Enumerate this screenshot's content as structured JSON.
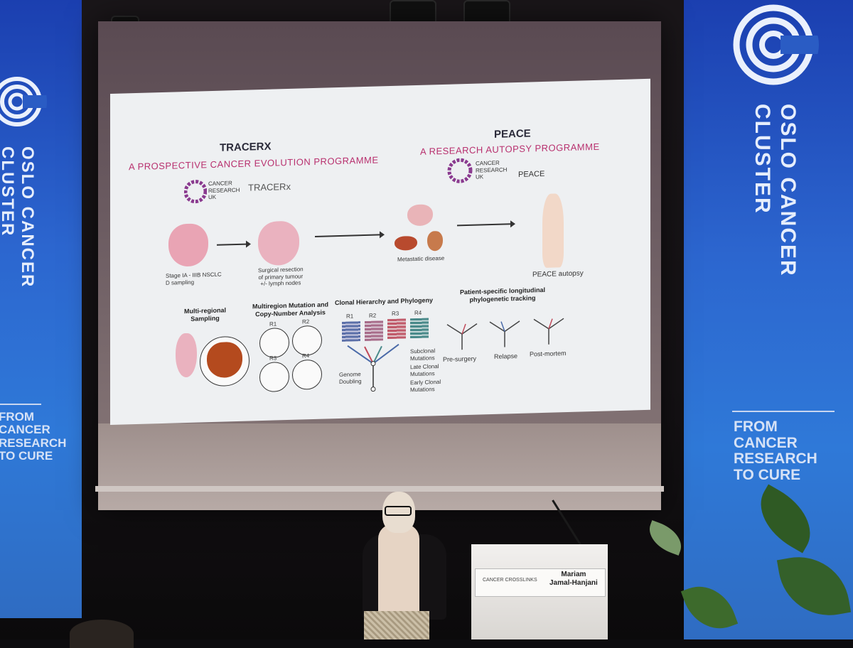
{
  "banners": {
    "left": {
      "vertical_text": "OSLO CANCER\nCLUSTER",
      "slogan": "FROM\nCANCER\nRESEARCH\nTO CURE"
    },
    "right": {
      "vertical_text": "OSLO CANCER\nCLUSTER",
      "slogan": "FROM\nCANCER\nRESEARCH\nTO CURE"
    }
  },
  "slide": {
    "left": {
      "title": "TRACERX",
      "subtitle": "A PROSPECTIVE CANCER EVOLUTION PROGRAMME",
      "logo_text": "CANCER\nRESEARCH\nUK",
      "logo2_text": "TRACERx"
    },
    "right": {
      "title": "PEACE",
      "subtitle": "A RESEARCH AUTOPSY PROGRAMME",
      "logo_text": "CANCER\nRESEARCH\nUK",
      "logo2_text": "PEACE"
    },
    "flow_captions": {
      "stage": "Stage IA - IIIB NSCLC\nD sampling",
      "surgery": "Surgical resection\nof primary tumour\n+/- lymph nodes",
      "metastatic": "Metastatic disease",
      "autopsy": "PEACE autopsy"
    },
    "panels": {
      "sampling": "Multi-regional\nSampling",
      "mutation": "Multiregion Mutation and\nCopy-Number Analysis",
      "clonal": "Clonal Hierarchy and Phylogeny",
      "tracking": "Patient-specific longitudinal\nphylogenetic tracking"
    },
    "regions": [
      "R1",
      "R2",
      "R3",
      "R4"
    ],
    "mutation_labels": {
      "subclonal": "Subclonal\nMutations",
      "late": "Late Clonal\nMutations",
      "early": "Early Clonal\nMutations",
      "doubling": "Genome\nDoubling"
    },
    "timepoints": [
      "Pre-surgery",
      "Relapse",
      "Post-mortem"
    ]
  },
  "podium": {
    "sign_logo": "CANCER CROSSLINKS",
    "speaker_name": "Mariam\nJamal-Hanjani"
  },
  "colors": {
    "banner_blue": "#2c66cf",
    "slide_accent": "#b8306e",
    "slide_bg": "#eef0f2"
  }
}
